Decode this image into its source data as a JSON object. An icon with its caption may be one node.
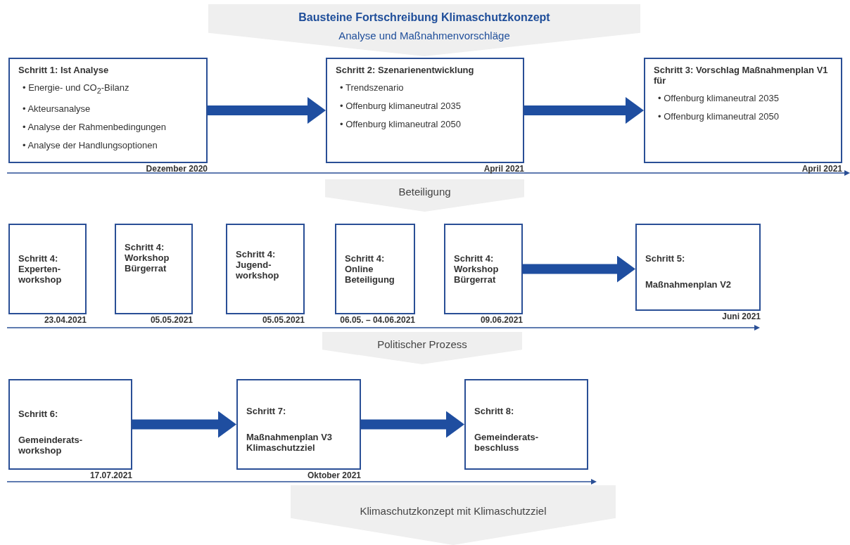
{
  "diagram": {
    "nodes": [
      {
        "text": [
          "Bausteine Fortschreibung Klimaschutzkonzept",
          "Analyse und Maßnahmenvorschläge"
        ]
      },
      {
        "text": [
          "Schritt 1: Ist Analyse",
          "• Energie- und CO$_{2}$-Bilanz",
          "• Akteursanalyse",
          "• Analyse der Rahmenbedingungen",
          "• Analyse der Handlungsoptionen"
        ],
        "beside": [
          "Dezember 2020"
        ]
      },
      {
        "text": [
          "Schritt 2: Szenarienentwicklung",
          "• Trendszenario",
          "• Offenburg klimaneutral 2035",
          "• Offenburg klimaneutral 2050"
        ],
        "beside": [
          "April 2021"
        ]
      },
      {
        "text": [
          "Schritt 3: Vorschlag Maßnahmenplan V1 für",
          "• Offenburg klimaneutral 2035",
          "• Offenburg klimaneutral 2050"
        ],
        "beside": [
          "April 2021"
        ]
      },
      {
        "text": [
          "Beteiligung"
        ]
      },
      {
        "text": [
          "Schritt 4:",
          "Experten- workshop"
        ],
        "beside": [
          "23.04.2021"
        ]
      },
      {
        "text": [
          "Schritt 4:",
          "Workshop Bürgerrat"
        ],
        "beside": [
          "05.05.2021"
        ]
      },
      {
        "text": [
          "Schritt 4:",
          "Jugend- workshop"
        ],
        "beside": [
          "05.05.2021"
        ]
      },
      {
        "text": [
          "Schritt 4:",
          "Online Beteiligung"
        ],
        "beside": [
          "06.05. – 04.06.2021"
        ]
      },
      {
        "text": [
          "Schritt 4:",
          "Workshop Bürgerrat"
        ],
        "beside": [
          "09.06.2021"
        ]
      },
      {
        "text": [
          "Schritt 5:",
          "Maßnahmenplan V2"
        ],
        "beside": [
          "Juni 2021"
        ]
      },
      {
        "text": [
          "Politischer Prozess"
        ]
      },
      {
        "text": [
          "Schritt 6:",
          "Gemeinderats- workshop"
        ],
        "beside": [
          "17.07.2021"
        ]
      },
      {
        "text": [
          "Schritt 7:",
          "Maßnahmenplan V3 Klimaschutzziel"
        ],
        "beside": [
          "Oktober 2021"
        ]
      },
      {
        "text": [
          "Schritt 8:",
          "Gemeinderats- beschluss"
        ]
      },
      {
        "text": [
          "Klimaschutzkonzept mit Klimaschutzziel"
        ]
      }
    ],
    "edges": [
      {
        "from": 1,
        "to": 2,
        "arrow": "to"
      },
      {
        "from": 2,
        "to": 3,
        "arrow": "to"
      },
      {
        "from": 9,
        "to": 10,
        "arrow": "to"
      },
      {
        "from": 12,
        "to": 13,
        "arrow": "to"
      },
      {
        "from": 13,
        "to": 14,
        "arrow": "to"
      }
    ]
  }
}
